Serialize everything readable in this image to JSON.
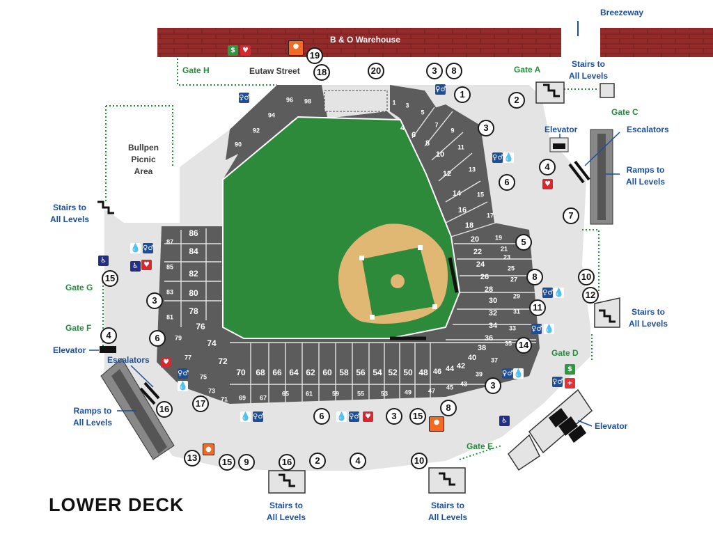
{
  "warehouse": {
    "label": "B & O Warehouse"
  },
  "deck_title": "LOWER DECK",
  "street": "Eutaw Street",
  "picnic": "Bullpen\nPicnic\nArea",
  "colors": {
    "brick": "#932b2b",
    "concourse": "#e4e4e4",
    "seat": "#5c5c5c",
    "field": "#2e8a3b",
    "infield": "#e0b773",
    "gate": "#1f8f3a",
    "label": "#1b4f9c"
  },
  "labels": {
    "breezeway": "Breezeway",
    "stairs_a": "Stairs to\nAll Levels",
    "stairs_left": "Stairs to\nAll Levels",
    "stairs_right": "Stairs to\nAll Levels",
    "stairs_bottom1": "Stairs to\nAll Levels",
    "stairs_bottom2": "Stairs to\nAll Levels",
    "elevator_top": "Elevator",
    "escalators_top": "Escalators",
    "ramps_right": "Ramps to\nAll Levels",
    "elevator_left": "Elevator",
    "escalators_left": "Escalators",
    "ramps_left": "Ramps to\nAll Levels",
    "elevator_right": "Elevator"
  },
  "gates": {
    "h": "Gate H",
    "a": "Gate A",
    "c": "Gate C",
    "g": "Gate G",
    "f": "Gate F",
    "d": "Gate D",
    "e": "Gate E"
  },
  "markers": [
    "19",
    "18",
    "20",
    "3",
    "8",
    "1",
    "2",
    "3",
    "4",
    "6",
    "7",
    "5",
    "8",
    "10",
    "12",
    "11",
    "14",
    "3",
    "8",
    "15",
    "3",
    "6",
    "17",
    "16",
    "13",
    "15",
    "9",
    "16",
    "2",
    "4",
    "10",
    "15",
    "3",
    "4",
    "6"
  ],
  "icons": [
    "atm-icon",
    "first-aid-icon",
    "restroom-icon",
    "restroom-icon",
    "orioles-shop-icon",
    "restroom-icon",
    "water-icon",
    "first-aid-icon",
    "restroom-icon",
    "water-icon",
    "accessible-icon",
    "first-aid-icon",
    "restroom-icon",
    "water-icon",
    "first-aid-icon",
    "restroom-icon",
    "water-icon",
    "water-icon",
    "restroom-icon",
    "first-aid-icon",
    "orioles-shop-icon",
    "accessible-icon",
    "orange-shop-icon",
    "restroom-icon",
    "water-icon",
    "restroom-icon",
    "water-icon",
    "restroom-icon",
    "water-icon",
    "atm-icon",
    "restroom-icon",
    "medical-cross-icon",
    "accessible-icon"
  ],
  "sections": {
    "s1": "1",
    "s3": "3",
    "s5": "5",
    "s7": "7",
    "s9": "9",
    "s11": "11",
    "s13": "13",
    "s15": "15",
    "s17": "17",
    "s19": "19",
    "s21": "21",
    "s23": "23",
    "s25": "25",
    "s27": "27",
    "s29": "29",
    "s31": "31",
    "s33": "33",
    "s35": "35",
    "s37": "37",
    "s39": "39",
    "s43": "43",
    "s45": "45",
    "s47": "47",
    "s49": "49",
    "s53": "53",
    "s55": "55",
    "s59": "59",
    "s61": "61",
    "s65": "65",
    "s67": "67",
    "s69": "69",
    "s71": "71",
    "s73": "73",
    "s75": "75",
    "s77": "77",
    "s79": "79",
    "s81": "81",
    "s83": "83",
    "s85": "85",
    "s87": "87",
    "s90": "90",
    "s92": "92",
    "s94": "94",
    "s96": "96",
    "s98": "98",
    "s4": "4",
    "s6": "6",
    "s8": "8",
    "s10": "10",
    "s12": "12",
    "s14": "14",
    "s16": "16",
    "s18": "18",
    "s20": "20",
    "s22": "22",
    "s24": "24",
    "s26": "26",
    "s28": "28",
    "s30": "30",
    "s32": "32",
    "s34": "34",
    "s36": "36",
    "s38": "38",
    "s40": "40",
    "s42": "42",
    "s44": "44",
    "s46": "46",
    "s48": "48",
    "s50": "50",
    "s52": "52",
    "s54": "54",
    "s56": "56",
    "s58": "58",
    "s60": "60",
    "s62": "62",
    "s64": "64",
    "s66": "66",
    "s68": "68",
    "s70": "70",
    "s72": "72",
    "s74": "74",
    "s76": "76",
    "s78": "78",
    "s80": "80",
    "s82": "82",
    "s84": "84",
    "s86": "86"
  }
}
